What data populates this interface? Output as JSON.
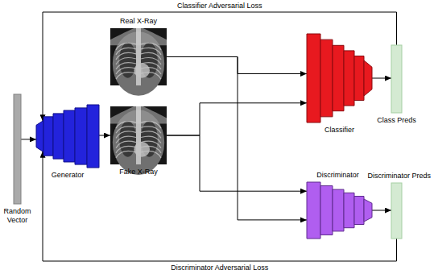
{
  "diagram": {
    "nodes": [
      {
        "text": [
          "Real X-Ray"
        ]
      },
      {
        "text": [
          "Random Vector"
        ]
      },
      {
        "text": [
          "Generator"
        ]
      },
      {
        "text": [
          "Fake X-Ray"
        ]
      },
      {
        "text": [
          "Classifier"
        ]
      },
      {
        "text": [
          "Class Preds"
        ]
      },
      {
        "text": [
          "Discriminator"
        ]
      },
      {
        "text": [
          "Discriminator Preds"
        ]
      }
    ],
    "edges": [
      {
        "from": 1,
        "to": 2,
        "arrow": "to"
      },
      {
        "from": 2,
        "to": 3,
        "arrow": "to"
      },
      {
        "from": 0,
        "to": 4,
        "arrow": "to"
      },
      {
        "from": 0,
        "to": 6,
        "arrow": "to"
      },
      {
        "from": 3,
        "to": 4,
        "arrow": "to"
      },
      {
        "from": 3,
        "to": 6,
        "arrow": "to"
      },
      {
        "from": 4,
        "to": 5,
        "arrow": "to"
      },
      {
        "from": 6,
        "to": 7,
        "arrow": "to"
      },
      {
        "from": 5,
        "to": 2,
        "label": "Classifier Adversarial Loss",
        "arrow": "to"
      },
      {
        "from": 7,
        "to": 2,
        "label": "Discriminator Adversarial Loss",
        "arrow": "to"
      }
    ]
  }
}
